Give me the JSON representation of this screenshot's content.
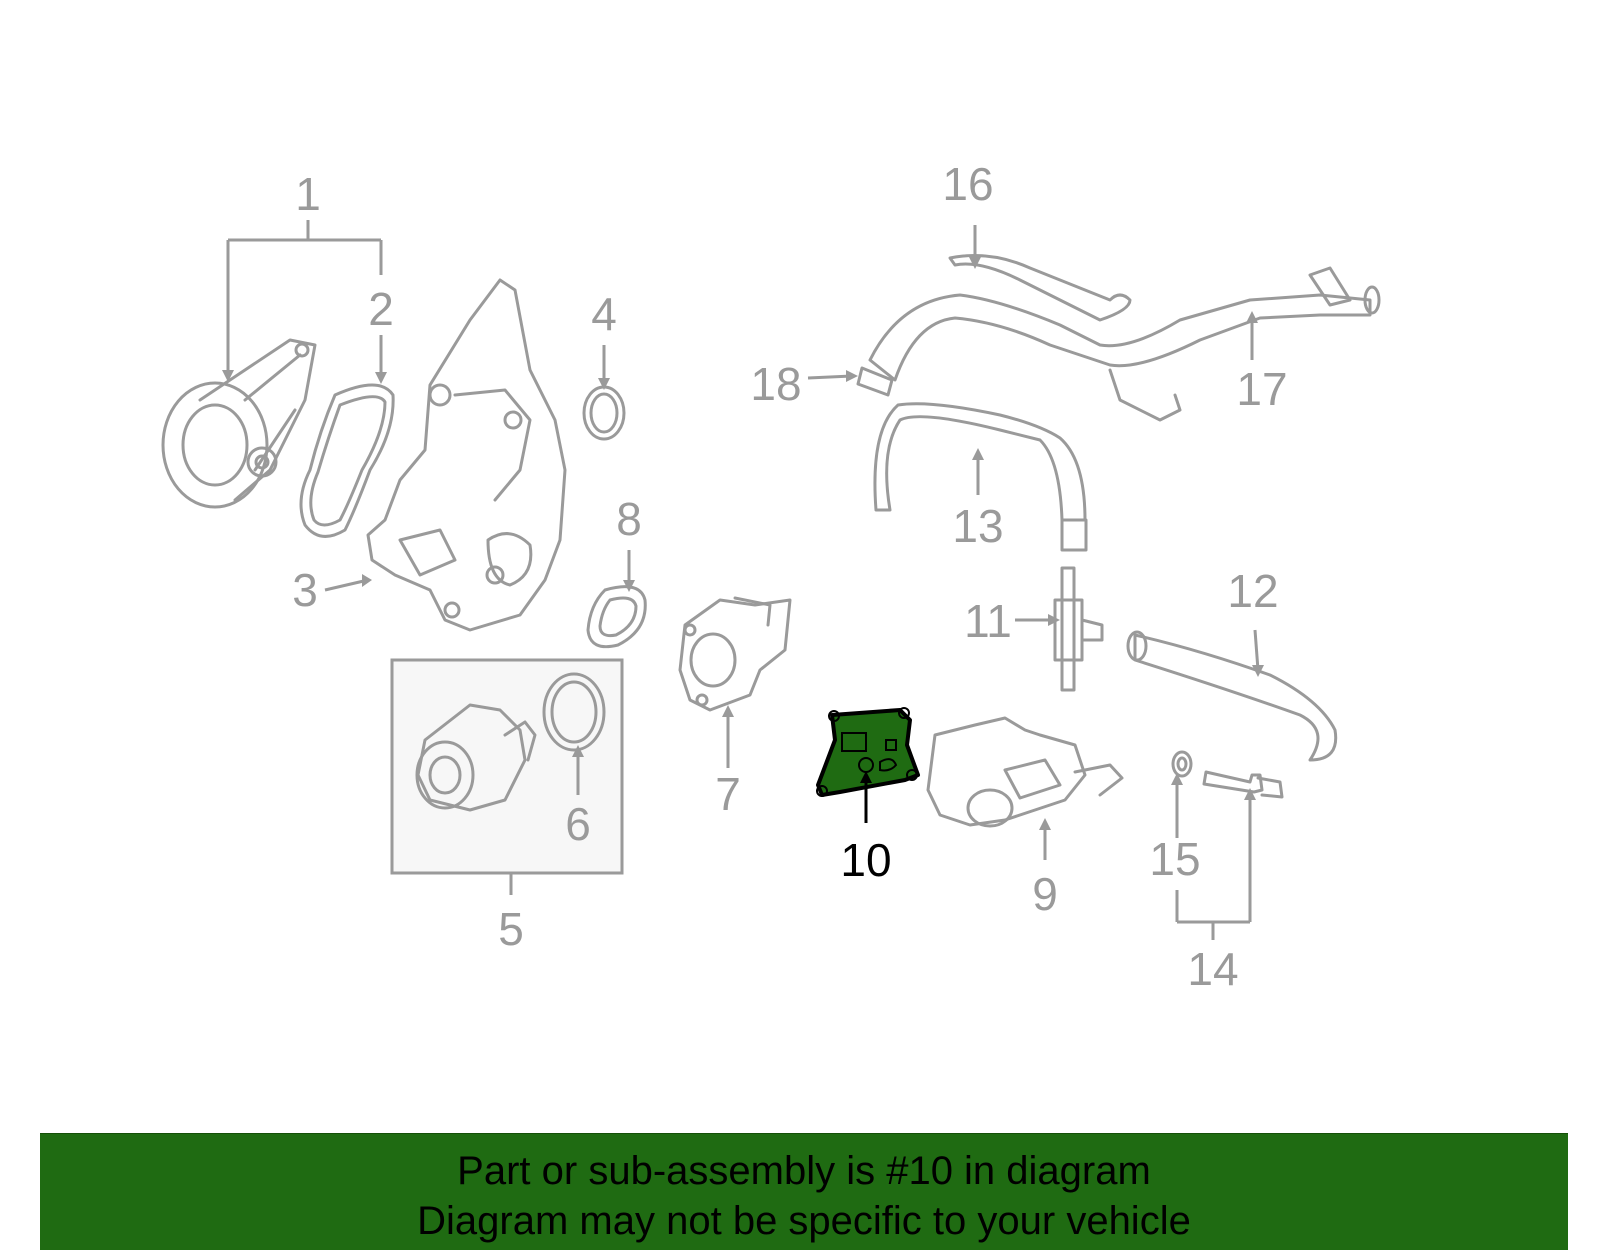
{
  "diagram": {
    "callouts": [
      {
        "id": "1",
        "label": "1"
      },
      {
        "id": "2",
        "label": "2"
      },
      {
        "id": "3",
        "label": "3"
      },
      {
        "id": "4",
        "label": "4"
      },
      {
        "id": "5",
        "label": "5"
      },
      {
        "id": "6",
        "label": "6"
      },
      {
        "id": "7",
        "label": "7"
      },
      {
        "id": "8",
        "label": "8"
      },
      {
        "id": "9",
        "label": "9"
      },
      {
        "id": "10",
        "label": "10"
      },
      {
        "id": "11",
        "label": "11"
      },
      {
        "id": "12",
        "label": "12"
      },
      {
        "id": "13",
        "label": "13"
      },
      {
        "id": "14",
        "label": "14"
      },
      {
        "id": "15",
        "label": "15"
      },
      {
        "id": "16",
        "label": "16"
      },
      {
        "id": "17",
        "label": "17"
      },
      {
        "id": "18",
        "label": "18"
      }
    ],
    "highlighted_part": "10",
    "colors": {
      "highlight_fill": "#1f6b12",
      "part_stroke": "#9a9a9a",
      "active_stroke": "#000000",
      "banner_bg": "#1f6b12"
    }
  },
  "banner": {
    "line1": "Part or sub-assembly is #10 in diagram",
    "line2": "Diagram may not be specific to your vehicle"
  }
}
